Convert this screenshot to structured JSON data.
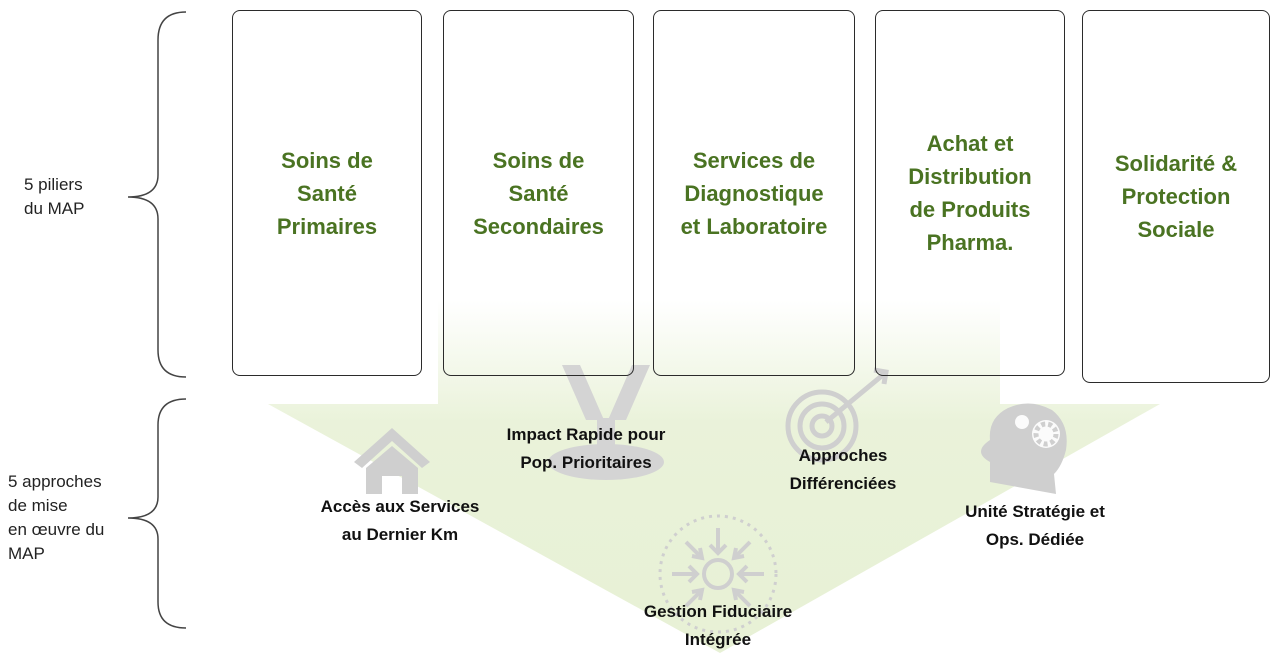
{
  "left_labels": {
    "pillars": "5 piliers\ndu MAP",
    "approaches": "5 approches\nde mise\nen œuvre du\nMAP"
  },
  "pillars": [
    "Soins de\nSanté\nPrimaires",
    "Soins de\nSanté\nSecondaires",
    "Services de\nDiagnostique\net Laboratoire",
    "Achat et\nDistribution\nde Produits\nPharma.",
    "Solidarité &\nProtection\nSociale"
  ],
  "approaches": [
    "Accès aux Services\nau Dernier Km",
    "Impact Rapide pour\nPop. Prioritaires",
    "Approches\nDifférenciées",
    "Unité Stratégie et\nOps. Dédiée",
    "Gestion Fiduciaire\nIntégrée"
  ],
  "icons": [
    "house-icon",
    "chalice-icon",
    "target-arrow-icon",
    "head-gear-icon",
    "converging-arrows-icon"
  ],
  "colors": {
    "pillar_text": "#4a7322",
    "arrow_fill": "#e6f0d3",
    "icon_gray": "#cfcfcf"
  }
}
